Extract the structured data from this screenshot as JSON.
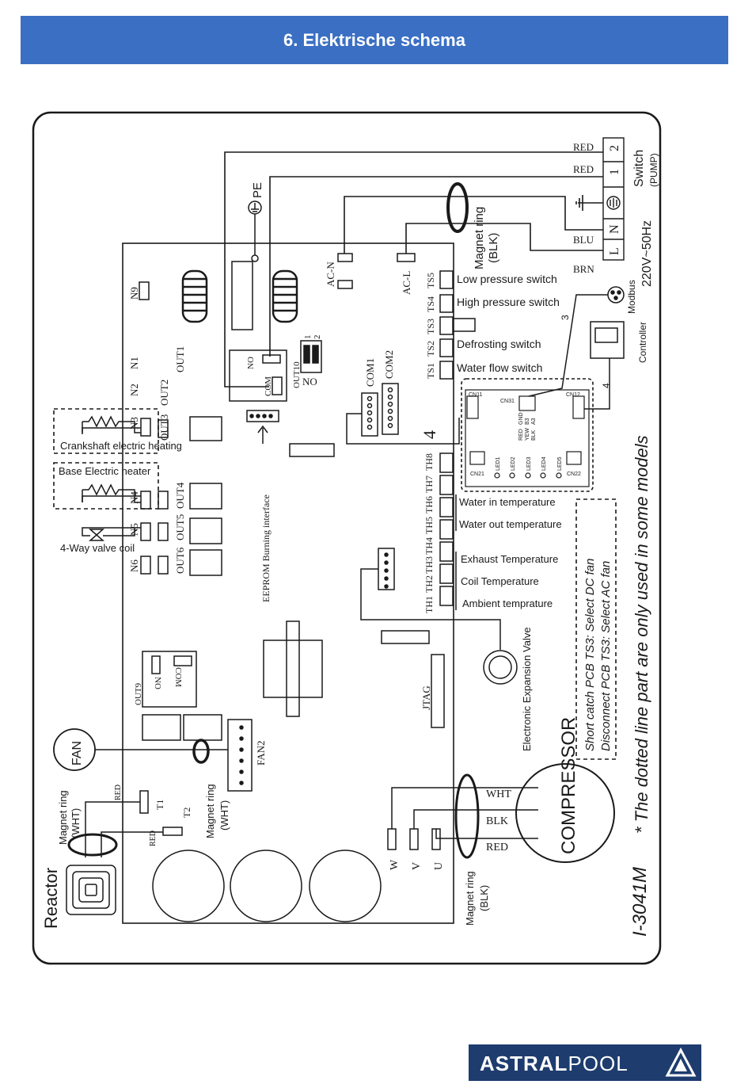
{
  "header": {
    "title": "6. Elektrische schema"
  },
  "diagram": {
    "power": {
      "wire_red_1": "RED",
      "wire_red_2": "RED",
      "wire_blu": "BLU",
      "wire_brn": "BRN",
      "switch_label": "Switch",
      "pump_label": "(PUMP)",
      "supply_label": "220V~50Hz",
      "terminal_1": "1",
      "terminal_2": "2",
      "terminal_n": "N",
      "terminal_l": "L"
    },
    "pe_label": "PE",
    "magnet_ring_blk_label": "Magnet ring",
    "magnet_ring_blk_color": "(BLK)",
    "ac_n": "AC-N",
    "ac_l": "AC-L",
    "n_labels": [
      "N9",
      "N1",
      "N2",
      "N3",
      "N4",
      "N5",
      "N6"
    ],
    "out_labels": [
      "OUT1",
      "OUT2",
      "OUT3",
      "OUT4",
      "OUT5",
      "OUT6"
    ],
    "out10": "OUT10",
    "out10_no": "NO",
    "relay_no": "NO",
    "relay_com": "COM",
    "out10_pins": [
      "1",
      "2"
    ],
    "com1": "COM1",
    "com2": "COM2",
    "ts_labels": [
      "TS5",
      "TS4",
      "TS3",
      "TS2",
      "TS1"
    ],
    "switches": [
      "Low pressure switch",
      "High pressure switch",
      "Defrosting switch",
      "Water flow switch"
    ],
    "modbus": "Modbus",
    "controller": "Controller",
    "wire_count_3": "3",
    "wire_count_4a": "4",
    "wire_count_4b": "4",
    "cn_labels": [
      "CN11",
      "CN31",
      "CN12",
      "CN21",
      "CN22"
    ],
    "cn31_pins": [
      "RED",
      "GND",
      "YEW",
      "B3",
      "BLK",
      "A3"
    ],
    "led_labels": [
      "LED1",
      "LED2",
      "LED3",
      "LED4",
      "LED5"
    ],
    "th_labels": [
      "TH8",
      "TH7",
      "TH6",
      "TH5",
      "TH4",
      "TH3",
      "TH2",
      "TH1"
    ],
    "temperatures": [
      "Water in temperature",
      "Water out temperature",
      "Exhaust Temperature",
      "Coil Temperature",
      "Ambient temprature"
    ],
    "ts3_notes": [
      "Short catch PCB TS3: Select DC fan",
      "Disconnect PCB TS3: Select AC fan"
    ],
    "dotted_note": "* The dotted line part are only used in some models",
    "crankshaft": "Crankshaft electric heating",
    "base_heater": "Base Electric heater",
    "four_way": "4-Way valve coil",
    "eeprom": "EEPROM Burning interface",
    "exp_valve": "Electronic Expansion Valve",
    "jtag": "JTAG",
    "out9": "OUT9",
    "out9_no": "NO",
    "out9_com": "COM",
    "fan": "FAN",
    "fan2": "FAN2",
    "magnet_ring_wht_label": "Magnet ring",
    "magnet_ring_wht_color": "(WHT)",
    "t1": "T1",
    "t2": "T2",
    "red_t1": "RED",
    "red_t2": "RED",
    "reactor": "Reactor",
    "reactor_ring_label": "Magnet ring",
    "reactor_ring_color": "(WHT)",
    "w": "W",
    "v": "V",
    "u": "U",
    "comp_wht": "WHT",
    "comp_blk": "BLK",
    "comp_red": "RED",
    "compressor": "COMPRESSOR",
    "comp_ring_label": "Magnet ring",
    "comp_ring_color": "(BLK)",
    "model": "I-3041M"
  },
  "logo": {
    "part1": "ASTRAL",
    "part2": "POOL"
  }
}
